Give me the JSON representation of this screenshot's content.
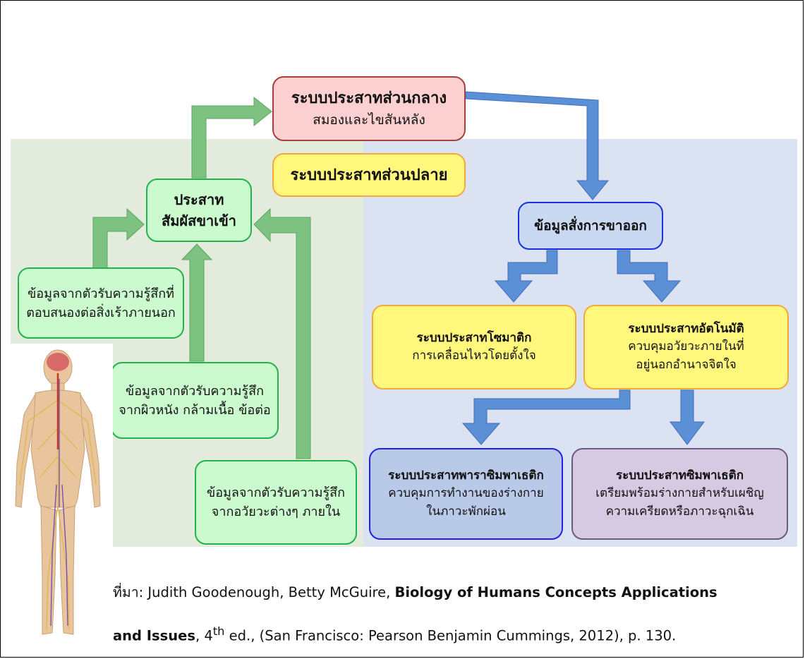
{
  "boxes": {
    "cns": {
      "title": "ระบบประสาทส่วนกลาง",
      "subtitle": "สมองและไขสันหลัง"
    },
    "pns": {
      "title": "ระบบประสาทส่วนปลาย"
    },
    "sensory": {
      "line1": "ประสาท",
      "line2": "สัมผัสขาเข้า"
    },
    "external": {
      "line1": "ข้อมูลจากตัวรับความรู้สึกที่",
      "line2": "ตอบสนองต่อสิ่งเร้าภายนอก"
    },
    "skin": {
      "line1": "ข้อมูลจากตัวรับความรู้สึก",
      "line2": "จากผิวหนัง กล้ามเนื้อ ข้อต่อ"
    },
    "internal": {
      "line1": "ข้อมูลจากตัวรับความรู้สึก",
      "line2": "จากอวัยวะต่างๆ ภายใน"
    },
    "output": {
      "title": "ข้อมูลสั่งการขาออก"
    },
    "somatic": {
      "title": "ระบบประสาทโซมาติก",
      "line1": "การเคลื่อนไหวโดยตั้งใจ"
    },
    "autonomic": {
      "title": "ระบบประสาทอัตโนมัติ",
      "line1": "ควบคุมอวัยวะภายในที่",
      "line2": "อยู่นอกอำนาจจิตใจ"
    },
    "parasympathetic": {
      "title": "ระบบประสาทพาราซิมพาเธติก",
      "line1": "ควบคุมการทำงานของร่างกาย",
      "line2": "ในภาวะพักผ่อน"
    },
    "sympathetic": {
      "title": "ระบบประสาทซิมพาเธติก",
      "line1": "เตรียมพร้อมร่างกายสำหรับเผชิญ",
      "line2": "ความเครียดหรือภาวะฉุกเฉิน"
    }
  },
  "source": {
    "prefix": "ที่มา: Judith Goodenough, Betty McGuire, ",
    "title_part1": "Biology of Humans Concepts Applications",
    "title_part2": "and Issues",
    "edition_num": ", 4",
    "edition_sup": "th",
    "rest": " ed., (San Francisco: Pearson Benjamin Cummings, 2012), p. 130."
  },
  "colors": {
    "green_arrow": "#7dc280",
    "blue_arrow": "#5b8fd6",
    "green_panel": "#e3ebdc",
    "blue_panel": "#dbe2f2"
  }
}
